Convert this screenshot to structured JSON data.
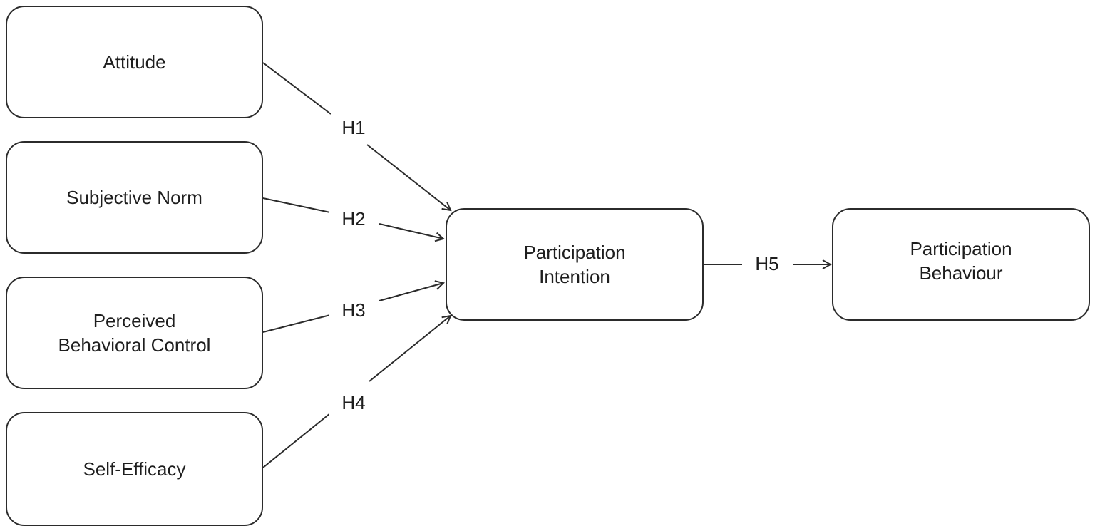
{
  "diagram": {
    "nodes": {
      "attitude": {
        "lines": [
          "Attitude"
        ]
      },
      "subjective_norm": {
        "lines": [
          "Subjective Norm"
        ]
      },
      "pbc": {
        "lines": [
          "Perceived",
          "Behavioral Control"
        ]
      },
      "self_efficacy": {
        "lines": [
          "Self-Efficacy"
        ]
      },
      "intention": {
        "lines": [
          "Participation",
          "Intention"
        ]
      },
      "behaviour": {
        "lines": [
          "Participation",
          "Behaviour"
        ]
      }
    },
    "hypotheses": {
      "h1": {
        "label": "H1",
        "from": "attitude",
        "to": "intention"
      },
      "h2": {
        "label": "H2",
        "from": "subjective_norm",
        "to": "intention"
      },
      "h3": {
        "label": "H3",
        "from": "pbc",
        "to": "intention"
      },
      "h4": {
        "label": "H4",
        "from": "self_efficacy",
        "to": "intention"
      },
      "h5": {
        "label": "H5",
        "from": "intention",
        "to": "behaviour"
      }
    },
    "colors": {
      "stroke": "#2b2b2b",
      "text": "#1e1e1e",
      "background": "#ffffff"
    }
  }
}
